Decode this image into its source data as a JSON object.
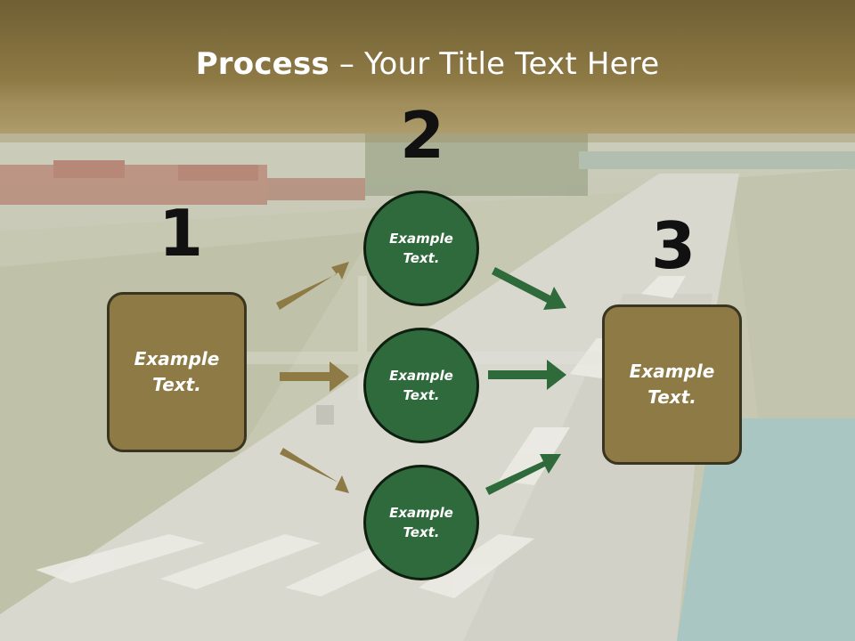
{
  "title": {
    "bold": "Process",
    "rest": " – Your Title Text Here"
  },
  "steps": {
    "one": "1",
    "two": "2",
    "three": "3"
  },
  "left_box": {
    "label": "Example\nText."
  },
  "right_box": {
    "label": "Example\nText."
  },
  "circles": [
    {
      "label": "Example\nText."
    },
    {
      "label": "Example\nText."
    },
    {
      "label": "Example\nText."
    }
  ],
  "colors": {
    "box_fill": "#8e7a45",
    "circle_fill": "#2f6a3c",
    "arrow_brown": "#8e7a45",
    "arrow_green": "#2e6a3a",
    "header_band": "#7f6c37"
  }
}
